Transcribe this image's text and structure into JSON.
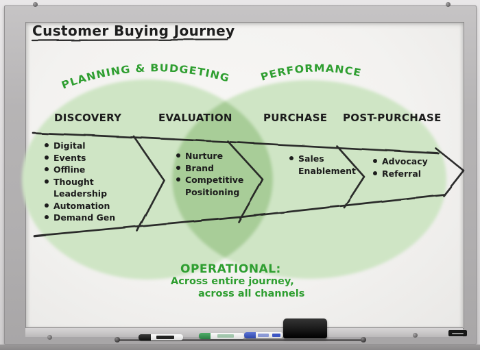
{
  "title": "Customer Buying Journey",
  "colors": {
    "zone_text_green": "#2e9e30",
    "venn_fill": "#cfe5c5",
    "ink": "#1f1f1f"
  },
  "venn": {
    "left_zone": "PLANNING & BUDGETING",
    "right_zone": "PERFORMANCE"
  },
  "stages": [
    {
      "name": "DISCOVERY",
      "items": [
        "Digital",
        "Events",
        "Offline",
        "Thought Leadership",
        "Automation",
        "Demand Gen"
      ]
    },
    {
      "name": "EVALUATION",
      "items": [
        "Nurture",
        "Brand",
        "Competitive Positioning"
      ]
    },
    {
      "name": "PURCHASE",
      "items": [
        "Sales Enablement"
      ]
    },
    {
      "name": "POST-PURCHASE",
      "items": [
        "Advocacy",
        "Referral"
      ]
    }
  ],
  "operational": {
    "heading": "OPERATIONAL:",
    "line1": "Across entire journey,",
    "line2": "across all channels"
  },
  "tray": {
    "items": [
      "black-marker",
      "green-marker",
      "blue-marker",
      "board-eraser"
    ]
  }
}
